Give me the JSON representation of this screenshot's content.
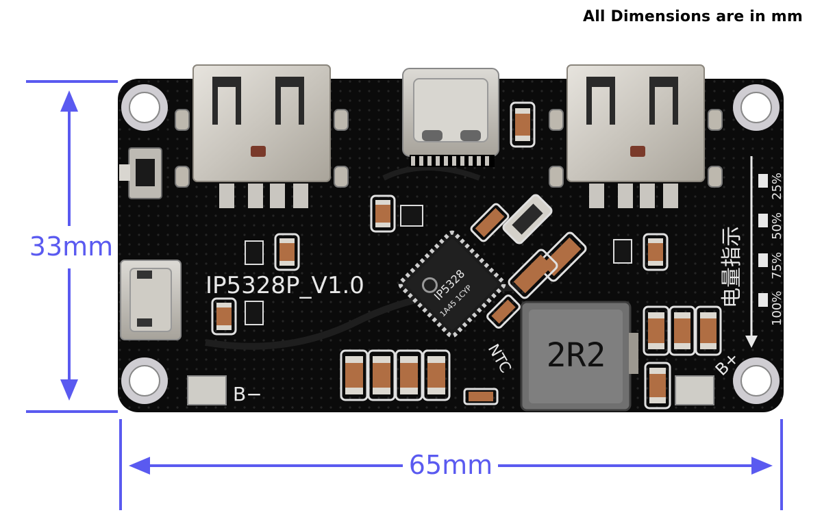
{
  "note": "All Dimensions are in mm",
  "dimensions": {
    "height_label": "33mm",
    "width_label": "65mm"
  },
  "board": {
    "model_label": "IP5328P_V1.0",
    "chip_brand": "IP5328",
    "chip_code": "1A45 1CYP",
    "inductor_label": "2R2",
    "ntc_label": "NTC",
    "neg_label": "B−",
    "pos_label": "B+",
    "indicator_title": "电量指示",
    "indicator_levels": [
      "25%",
      "50%",
      "75%",
      "100%"
    ]
  },
  "colors": {
    "dimension_line": "#5a5af0",
    "board": "#0b0b0b",
    "silkscreen": "#e8e8e8"
  }
}
